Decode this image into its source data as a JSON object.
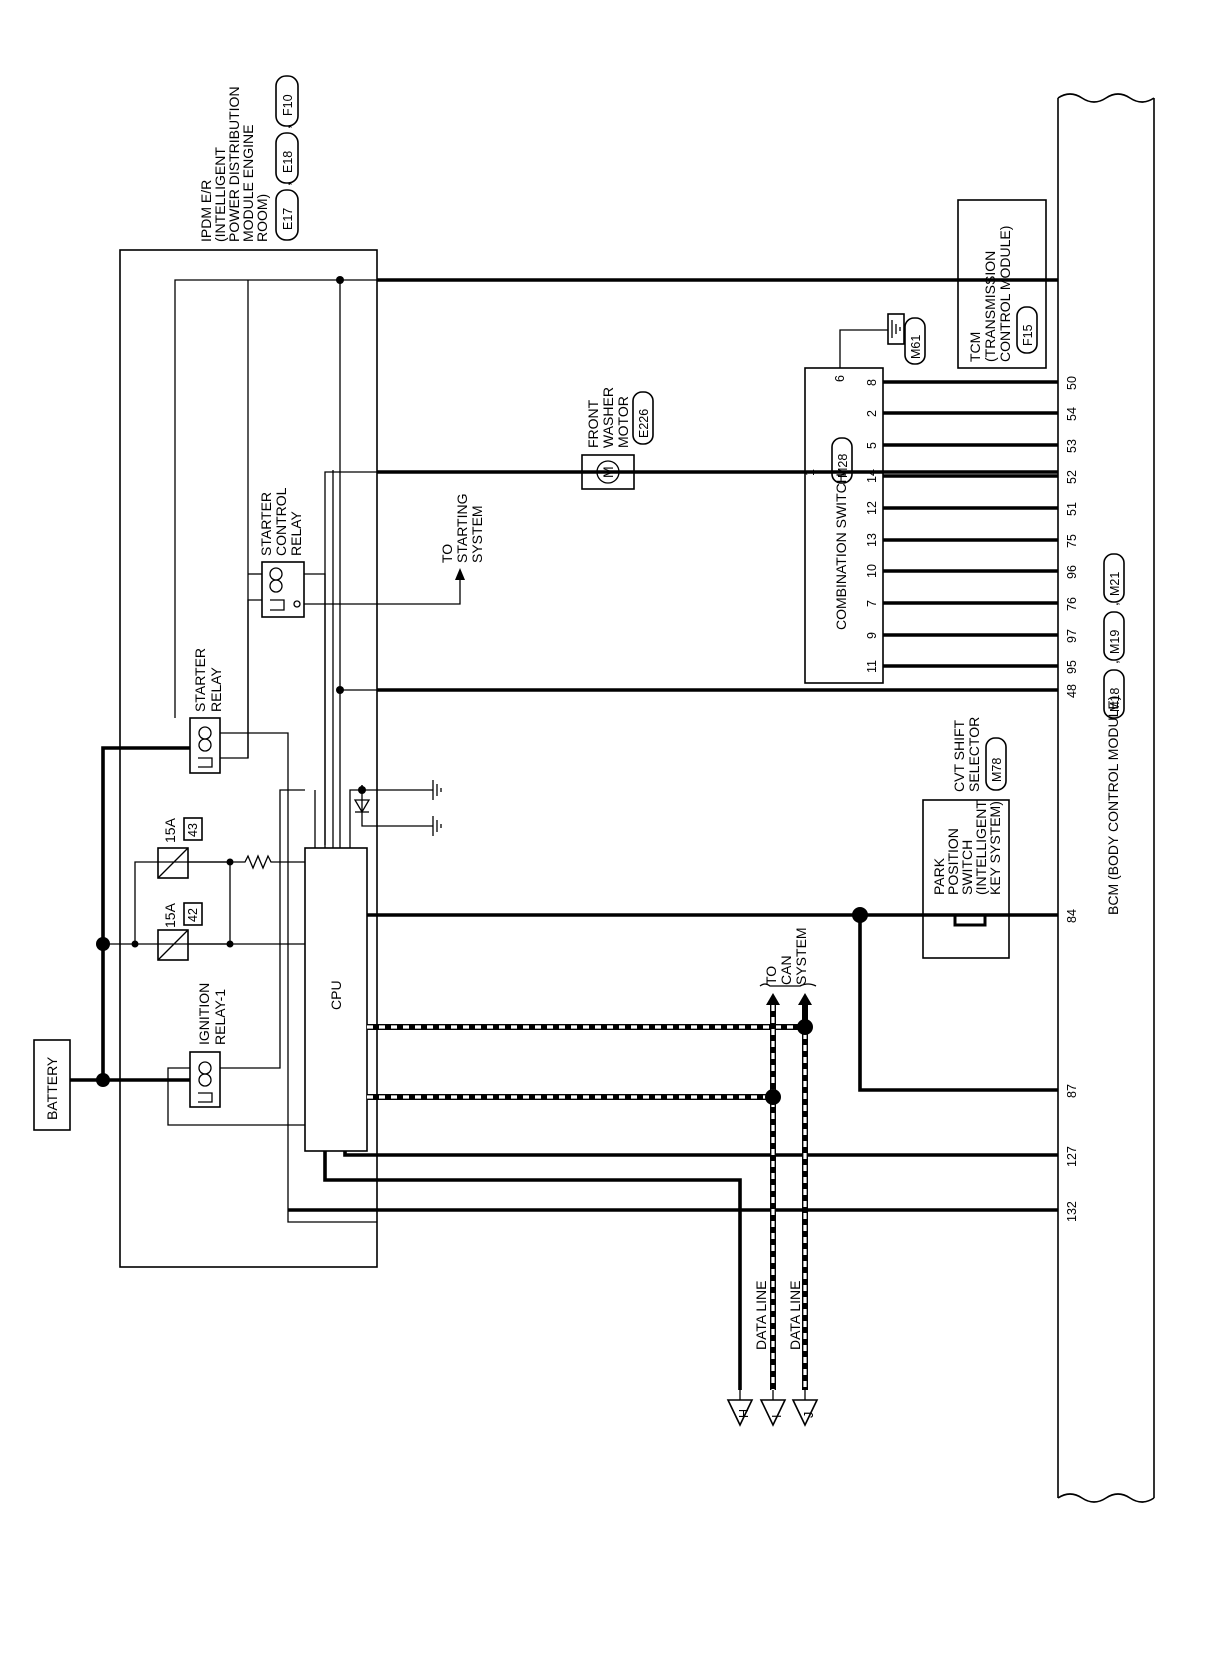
{
  "modules": {
    "ipdm": {
      "lines": [
        "IPDM E/R",
        "(INTELLIGENT",
        "POWER DISTRIBUTION",
        "MODULE ENGINE",
        "ROOM)"
      ],
      "connectors": [
        "E17",
        "E18",
        "F10"
      ]
    },
    "bcm": {
      "label": "BCM (BODY CONTROL MODULE)",
      "connectors": [
        "M18",
        "M19",
        "M21"
      ]
    },
    "tcm": {
      "lines": [
        "TCM",
        "(TRANSMISSION",
        "CONTROL MODULE)"
      ],
      "connector": "F15"
    },
    "combination_switch": {
      "label": "COMBINATION SWITCH",
      "connector": "M28"
    },
    "front_washer_motor": {
      "lines": [
        "FRONT",
        "WASHER",
        "MOTOR"
      ],
      "connector": "E226",
      "symbol": "M"
    },
    "cvt_shift_selector": {
      "lines": [
        "CVT SHIFT",
        "SELECTOR"
      ],
      "connector": "M78",
      "switch_lines": [
        "PARK",
        "POSITION",
        "SWITCH",
        "(INTELLIGENT",
        "KEY SYSTEM)"
      ]
    },
    "battery": {
      "label": "BATTERY"
    },
    "cpu": {
      "label": "CPU"
    },
    "ground": {
      "connector": "M61"
    }
  },
  "relays": {
    "ignition": [
      "IGNITION",
      "RELAY-1"
    ],
    "starter": [
      "STARTER",
      "RELAY"
    ],
    "starter_control": [
      "STARTER",
      "CONTROL",
      "RELAY"
    ]
  },
  "fuses": [
    {
      "rating": "15A",
      "number": "42"
    },
    {
      "rating": "15A",
      "number": "43"
    }
  ],
  "destinations": {
    "starting": [
      "TO",
      "STARTING",
      "SYSTEM"
    ],
    "can": [
      "TO",
      "CAN",
      "SYSTEM"
    ]
  },
  "data_lines": [
    "DATA LINE",
    "DATA LINE"
  ],
  "terminal_markers": [
    "H",
    "I",
    "J"
  ],
  "combination_pins": {
    "ground_pin": "6",
    "washer_pin": "1",
    "switch_pins": [
      "8",
      "2",
      "5",
      "14",
      "12",
      "13",
      "10",
      "7",
      "9",
      "11"
    ]
  },
  "bcm_pins": {
    "top": "50",
    "switch": [
      "54",
      "53",
      "52",
      "51",
      "75",
      "96",
      "76",
      "97",
      "95"
    ],
    "ignition": "48",
    "park": "84",
    "lower": [
      "87",
      "127",
      "132"
    ]
  }
}
